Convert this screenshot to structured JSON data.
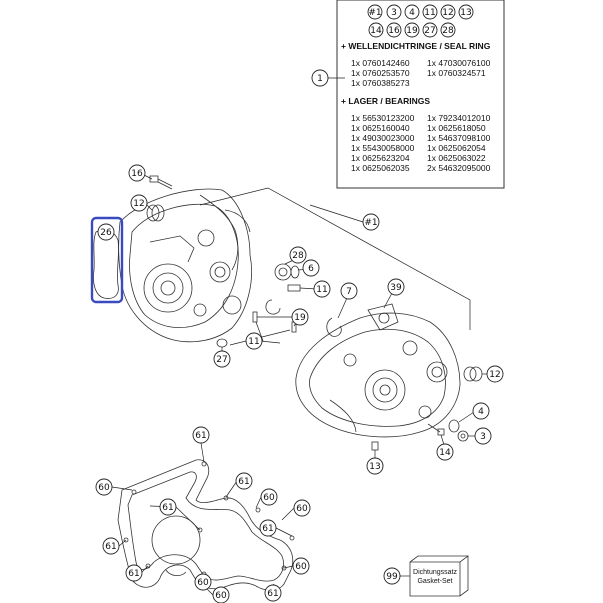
{
  "legend": {
    "callouts_row1": [
      "#1",
      "3",
      "4",
      "11",
      "12",
      "13"
    ],
    "callouts_row2": [
      "14",
      "16",
      "19",
      "27",
      "28"
    ],
    "ref_callout": "1",
    "seal_heading": "+ WELLENDICHTRINGE / SEAL RING",
    "seal_items": [
      "1x 0760142460",
      "1x 47030076100",
      "1x 0760253570",
      "1x 0760324571",
      "1x 0760385273"
    ],
    "bearing_heading": "+ LAGER / BEARINGS",
    "bearing_items": [
      "1x 56530123200",
      "1x 79234012010",
      "1x 0625160040",
      "1x 0625618050",
      "1x 49030023000",
      "1x 54637098100",
      "1x 55430058000",
      "1x 0625062054",
      "1x 0625623204",
      "1x 0625063022",
      "1x 0625062035",
      "2x 54632095000"
    ]
  },
  "callouts": {
    "c16": "16",
    "c12a": "12",
    "c26": "26",
    "c28": "28",
    "c6": "6",
    "c11a": "11",
    "c7": "7",
    "c39": "39",
    "c19": "19",
    "c11b": "11",
    "c27": "27",
    "c1": "#1",
    "c12b": "12",
    "c4": "4",
    "c3": "3",
    "c14": "14",
    "c13": "13",
    "g61a": "61",
    "g60a": "60",
    "g61b": "61",
    "g61c": "61",
    "g60b": "60",
    "g60c": "60",
    "g61d": "61",
    "g60d": "60",
    "g61e": "61",
    "g61f": "61",
    "g60e": "60",
    "g99": "99"
  },
  "gasket_set_box": {
    "line1": "Dichtungssatz",
    "line2": "Gasket-Set"
  },
  "highlight_color": "#3a4bbf"
}
